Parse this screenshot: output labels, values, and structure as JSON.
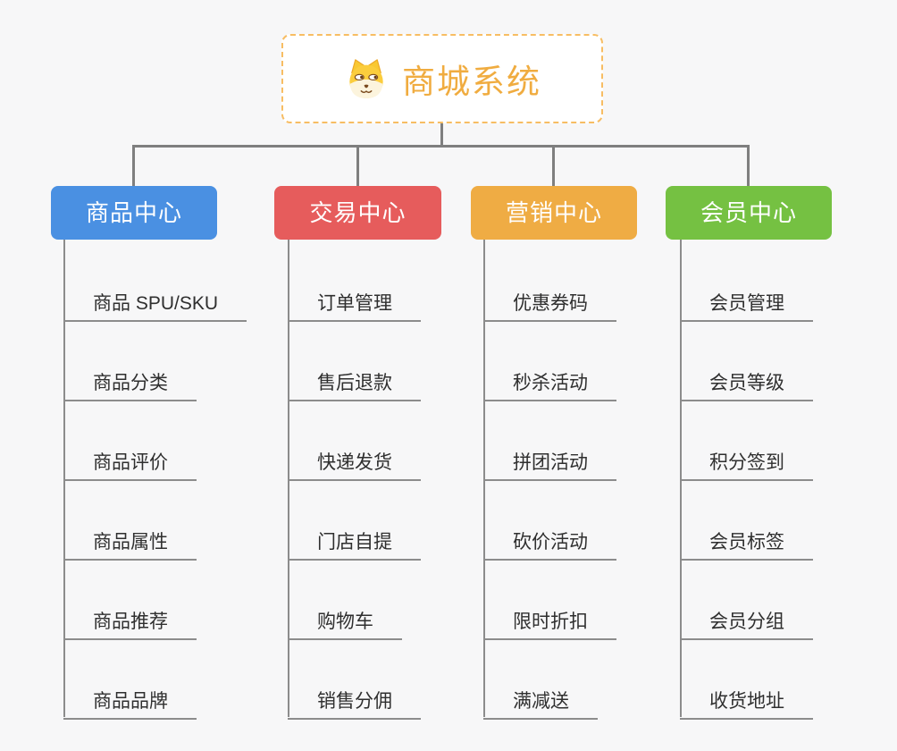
{
  "root": {
    "label": "商城系统",
    "icon": "dog-face-icon",
    "text_color": "#f0ac40",
    "border_color": "#f7bd63"
  },
  "branches": [
    {
      "label": "商品中心",
      "color": "#4a90e2",
      "items": [
        "商品 SPU/SKU",
        "商品分类",
        "商品评价",
        "商品属性",
        "商品推荐",
        "商品品牌"
      ]
    },
    {
      "label": "交易中心",
      "color": "#e65c5c",
      "items": [
        "订单管理",
        "售后退款",
        "快递发货",
        "门店自提",
        "购物车",
        "销售分佣"
      ]
    },
    {
      "label": "营销中心",
      "color": "#efac44",
      "items": [
        "优惠券码",
        "秒杀活动",
        "拼团活动",
        "砍价活动",
        "限时折扣",
        "满减送"
      ]
    },
    {
      "label": "会员中心",
      "color": "#75c142",
      "items": [
        "会员管理",
        "会员等级",
        "积分签到",
        "会员标签",
        "会员分组",
        "收货地址"
      ]
    }
  ],
  "colors": {
    "background": "#f7f7f8",
    "connector": "#7f7f7f",
    "underline": "#8c8c8c",
    "item_text": "#2f2f2f"
  }
}
